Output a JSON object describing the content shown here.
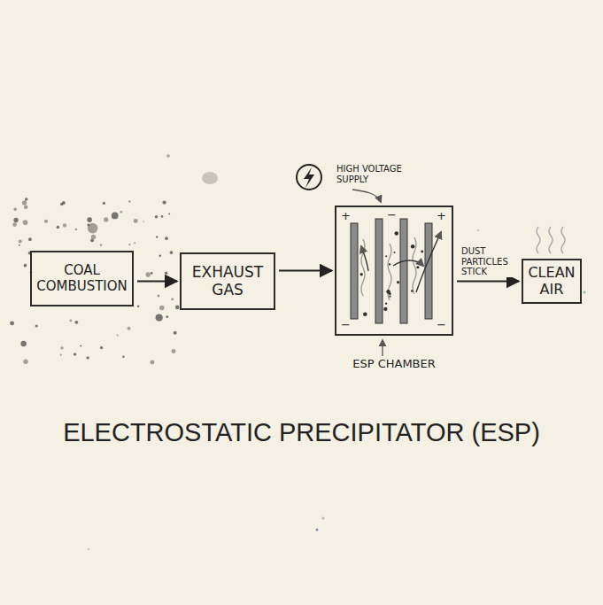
{
  "diagram": {
    "title": "ELECTROSTATIC PRECIPITATOR (ESP)",
    "nodes": [
      {
        "text": [
          "COAL COMBUSTION"
        ]
      },
      {
        "text": [
          "EXHAUST GAS"
        ]
      },
      {
        "text": [
          "ESP CHAMBER"
        ]
      },
      {
        "text": [
          "CLEAN AIR"
        ]
      }
    ],
    "edges": [
      {
        "from": 0,
        "to": 1,
        "arrow": "to"
      },
      {
        "from": 1,
        "to": 2,
        "arrow": "to"
      },
      {
        "from": 2,
        "to": 3,
        "label": "DUST PARTICLES STICK",
        "arrow": "to"
      }
    ],
    "labels": [
      "HIGH VOLTAGE SUPPLY",
      "+",
      "−",
      "+",
      "−",
      "−"
    ]
  }
}
